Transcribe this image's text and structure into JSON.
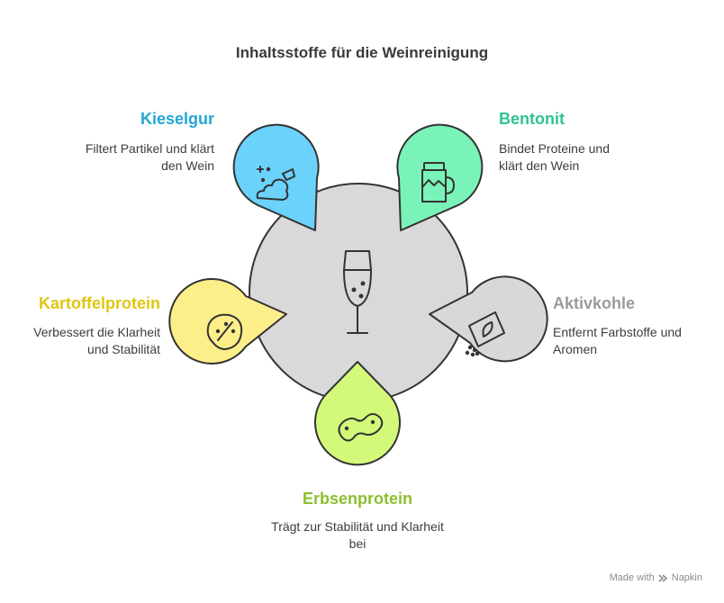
{
  "title": "Inhaltsstoffe für die Weinreinigung",
  "items": [
    {
      "name": "Kieselgur",
      "description": "Filtert Partikel und klärt den Wein",
      "color": "#22a7d6",
      "fill": "#6ad2fb",
      "icon": "powder-pile-icon"
    },
    {
      "name": "Bentonit",
      "description": "Bindet Proteine und klärt den Wein",
      "color": "#2fc48c",
      "fill": "#7af3b8",
      "icon": "jar-mug-icon"
    },
    {
      "name": "Aktivkohle",
      "description": "Entfernt Farbstoffe und Aromen",
      "color": "#9a9a9a",
      "fill": "#d8d8d8",
      "icon": "seed-packet-icon"
    },
    {
      "name": "Erbsenprotein",
      "description": "Trägt zur Stabilität und Klarheit bei",
      "color": "#8bbf2e",
      "fill": "#d3f97a",
      "icon": "peanut-icon"
    },
    {
      "name": "Kartoffelprotein",
      "description": "Verbessert die Klarheit und Stabilität",
      "color": "#e0c513",
      "fill": "#fcef8a",
      "icon": "potato-icon"
    }
  ],
  "center_icon": "champagne-glass-icon",
  "center_fill": "#d9d9d9",
  "footer": {
    "made_with": "Made with",
    "brand": "Napkin"
  }
}
